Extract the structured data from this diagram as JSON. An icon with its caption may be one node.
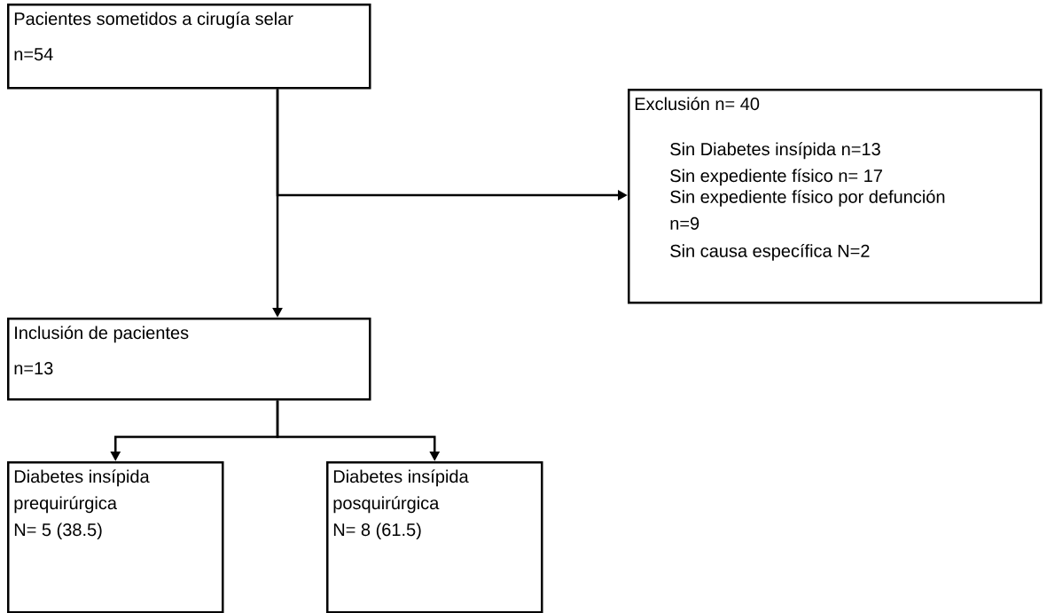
{
  "diagram": {
    "nodes": [
      {
        "text": [
          "Pacientes sometidos a cirugía selar",
          "n=54"
        ]
      },
      {
        "text": [
          "Exclusión n= 40",
          "Sin Diabetes insípida n=13",
          "Sin expediente físico n= 17",
          "Sin expediente físico por defunción n=9",
          "Sin causa específica N=2"
        ]
      },
      {
        "text": [
          "Inclusión de pacientes",
          "n=13"
        ]
      },
      {
        "text": [
          "Diabetes insípida prequirúrgica",
          "N= 5 (38.5)"
        ]
      },
      {
        "text": [
          "Diabetes insípida posquirúrgica",
          "N= 8 (61.5)"
        ]
      }
    ],
    "edges": [
      {
        "from": 0,
        "to": 2,
        "arrow": "to"
      },
      {
        "from": 0,
        "to": 1,
        "arrow": "to"
      },
      {
        "from": 2,
        "to": 3,
        "arrow": "to"
      },
      {
        "from": 2,
        "to": 4,
        "arrow": "to"
      }
    ]
  }
}
